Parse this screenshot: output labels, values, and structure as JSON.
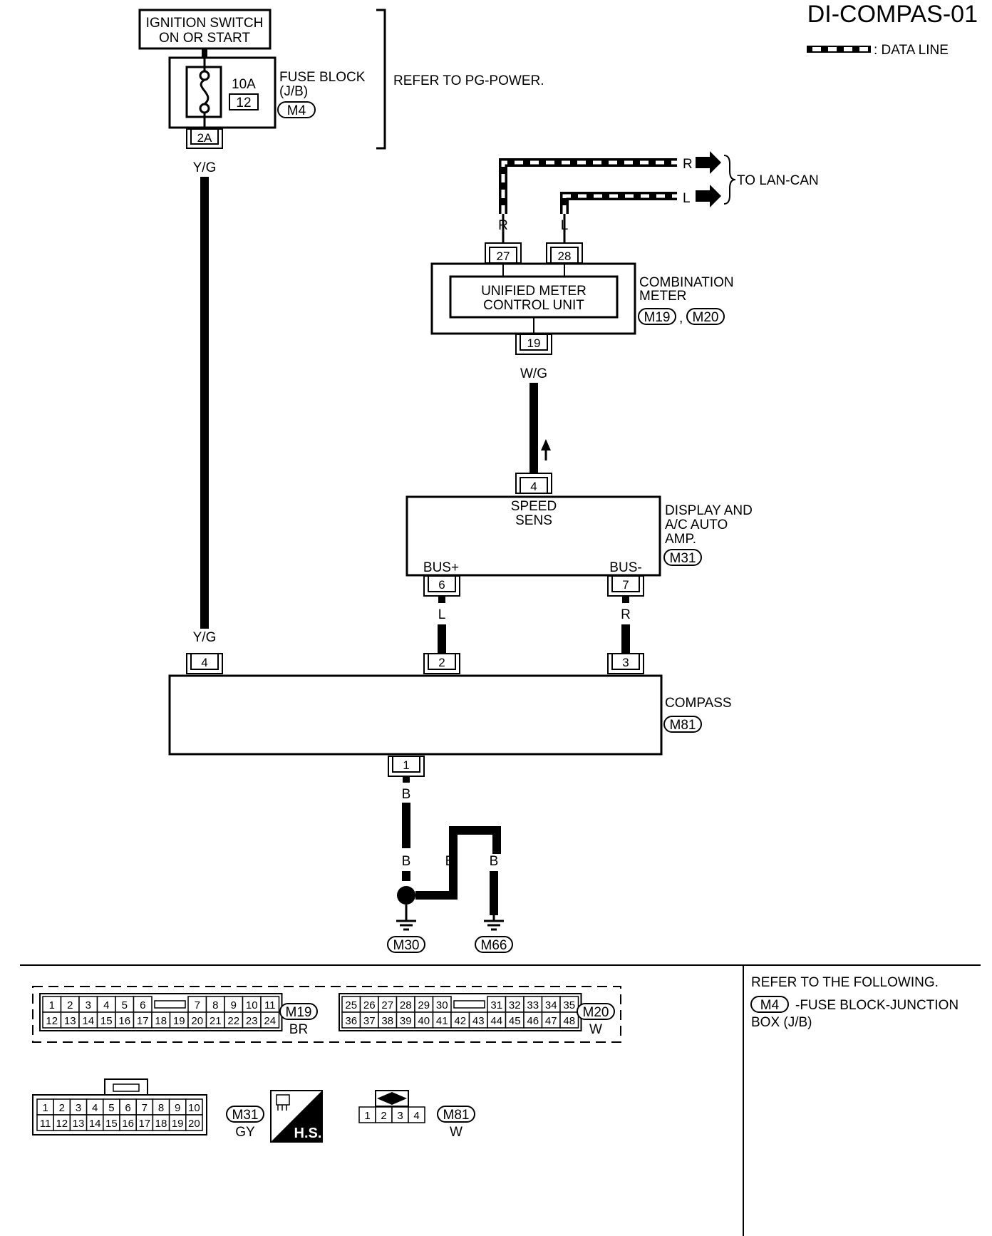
{
  "title": "DI-COMPAS-01",
  "legend": {
    "data_line": ": DATA LINE"
  },
  "ignition": {
    "line1": "IGNITION SWITCH",
    "line2": "ON OR START"
  },
  "fuse": {
    "rating": "10A",
    "number": "12",
    "label1": "FUSE BLOCK",
    "label2": "(J/B)",
    "connector": "M4",
    "output_pin": "2A",
    "wire_color": "Y/G"
  },
  "refer_pg": "REFER TO PG-POWER.",
  "lan": {
    "r": "R",
    "l": "L",
    "label": "TO LAN-CAN",
    "pin_r": "27",
    "pin_l": "28",
    "wire_r": "R",
    "wire_l": "L"
  },
  "combination_meter": {
    "label1": "COMBINATION",
    "label2": "METER",
    "connector1": "M19",
    "sep": ",",
    "connector2": "M20",
    "inner1": "UNIFIED METER",
    "inner2": "CONTROL UNIT",
    "pin": "19",
    "wire": "W/G"
  },
  "display_amp": {
    "label1": "DISPLAY AND",
    "label2": "A/C AUTO",
    "label3": "AMP.",
    "connector": "M31",
    "speed1": "SPEED",
    "speed2": "SENS",
    "speed_pin": "4",
    "bus_plus": "BUS+",
    "bus_minus": "BUS-",
    "pin_plus": "6",
    "pin_minus": "7",
    "wire_plus": "L",
    "wire_minus": "R"
  },
  "compass": {
    "label": "COMPASS",
    "connector": "M81",
    "pin_power": "4",
    "wire_power": "Y/G",
    "pin_bus_plus": "2",
    "pin_bus_minus": "3",
    "pin_ground": "1",
    "wire_ground": "B"
  },
  "ground": {
    "wire1": "B",
    "wire2": "B",
    "wire3": "B",
    "g1": "M30",
    "g2": "M66"
  },
  "refer_following": {
    "line1": "REFER TO THE FOLLOWING.",
    "connector": "M4",
    "desc1": "-FUSE BLOCK-JUNCTION",
    "desc2": "BOX (J/B)"
  },
  "connectors": {
    "m19": {
      "name": "M19",
      "color": "BR",
      "top": [
        "1",
        "2",
        "3",
        "4",
        "5",
        "6",
        "7",
        "8",
        "9",
        "10",
        "11"
      ],
      "bottom": [
        "12",
        "13",
        "14",
        "15",
        "16",
        "17",
        "18",
        "19",
        "20",
        "21",
        "22",
        "23",
        "24"
      ]
    },
    "m20": {
      "name": "M20",
      "color": "W",
      "top": [
        "25",
        "26",
        "27",
        "28",
        "29",
        "30",
        "31",
        "32",
        "33",
        "34",
        "35"
      ],
      "bottom": [
        "36",
        "37",
        "38",
        "39",
        "40",
        "41",
        "42",
        "43",
        "44",
        "45",
        "46",
        "47",
        "48"
      ]
    },
    "m31": {
      "name": "M31",
      "color": "GY",
      "top": [
        "1",
        "2",
        "3",
        "4",
        "5",
        "6",
        "7",
        "8",
        "9",
        "10"
      ],
      "bottom": [
        "11",
        "12",
        "13",
        "14",
        "15",
        "16",
        "17",
        "18",
        "19",
        "20"
      ]
    },
    "hs": "H.S.",
    "m81": {
      "name": "M81",
      "color": "W",
      "pins": [
        "1",
        "2",
        "3",
        "4"
      ]
    }
  }
}
